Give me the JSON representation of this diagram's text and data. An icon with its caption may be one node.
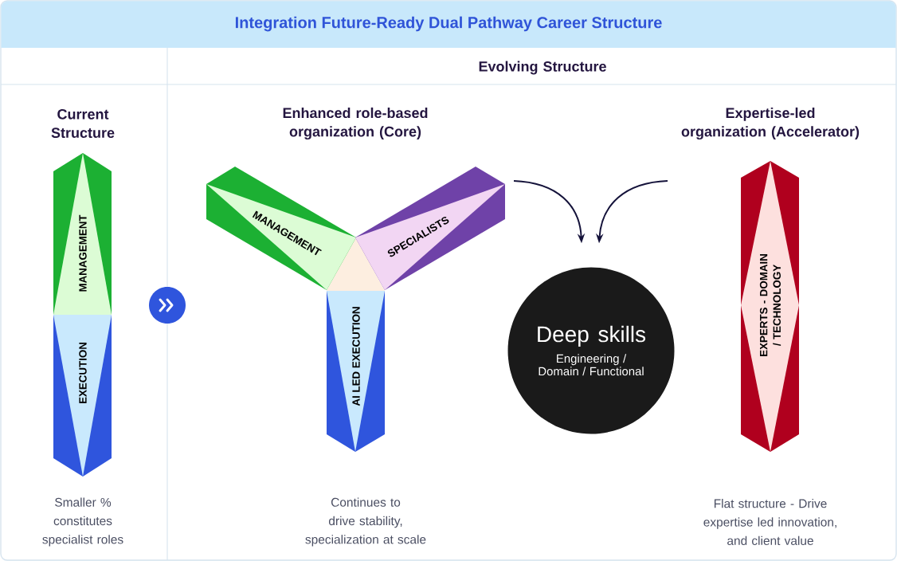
{
  "diagram": {
    "title": "Integration Future-Ready Dual Pathway Career Structure",
    "nodes": [
      {
        "text": [
          "MANAGEMENT"
        ]
      },
      {
        "text": [
          "EXECUTION"
        ]
      },
      {
        "text": [
          "MANAGEMENT"
        ]
      },
      {
        "text": [
          "SPECIALISTS"
        ]
      },
      {
        "text": [
          "AI LED EXECUTION"
        ]
      },
      {
        "text": [
          "Deep skills",
          "Engineering / Domain / Functional"
        ]
      },
      {
        "text": [
          "EXPERTS - DOMAIN / TECHNOLOGY"
        ]
      },
      {
        "text": [],
        "shape": "triangle"
      }
    ],
    "edges": [
      {
        "from": 3,
        "to": 5,
        "arrow": "to"
      },
      {
        "from": null,
        "to": 5,
        "arrow": "to"
      }
    ],
    "labels": [
      "Evolving Structure",
      "Current Structure",
      "Enhanced role-based organization (Core)",
      "Expertise-led organization (Accelerator)",
      "Smaller % constitutes specialist roles",
      "Continues to drive stability, specialization at scale",
      "Flat structure - Drive expertise led innovation, and client value"
    ]
  }
}
